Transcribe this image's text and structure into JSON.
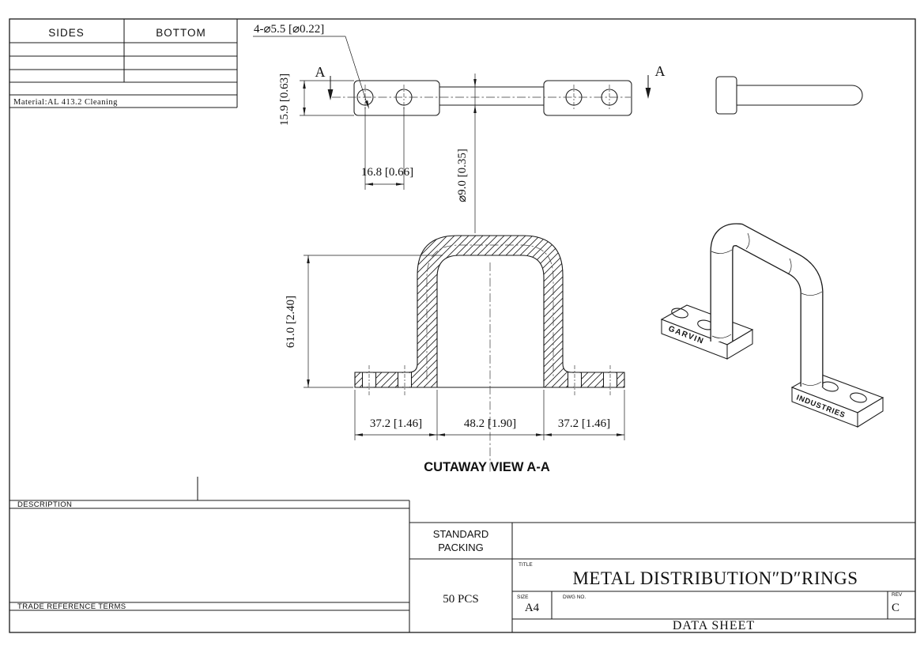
{
  "sheet": {
    "colors": {
      "line": "#1a1a1a",
      "background": "#ffffff"
    },
    "materials_table": {
      "col1_header": "SIDES",
      "col2_header": "BOTTOM",
      "material_note": "Material:AL 413.2  Cleaning"
    },
    "top_view": {
      "holes_callout": "4-⌀5.5 [⌀0.22]",
      "section_letter_left": "A",
      "section_letter_right": "A",
      "dim_plate_height": "15.9 [0.63]",
      "dim_hole_spacing": "16.8 [0.66]",
      "dim_bar_diameter": "⌀9.0 [0.35]"
    },
    "cutaway_view": {
      "dim_height": "61.0 [2.40]",
      "dim_left_foot": "37.2 [1.46]",
      "dim_opening": "48.2 [1.90]",
      "dim_right_foot": "37.2 [1.46]",
      "caption": "CUTAWAY VIEW A-A"
    },
    "iso_view": {
      "brand_left_plate": "GARVIN",
      "brand_right_plate": "INDUSTRIES"
    },
    "bottom_left_block": {
      "description_label": "DESCRIPTION",
      "trade_label": "TRADE REFERENCE TERMS"
    },
    "title_block": {
      "packing_label_line1": "STANDARD",
      "packing_label_line2": "PACKING",
      "packing_qty": "50 PCS",
      "title_label": "TITLE",
      "title": "METAL DISTRIBUTION″D″RINGS",
      "size_label": "SIZE",
      "size_value": "A4",
      "dwg_label": "DWG NO.",
      "rev_label": "REV",
      "rev_value": "C",
      "sheet_name": "DATA SHEET"
    }
  }
}
